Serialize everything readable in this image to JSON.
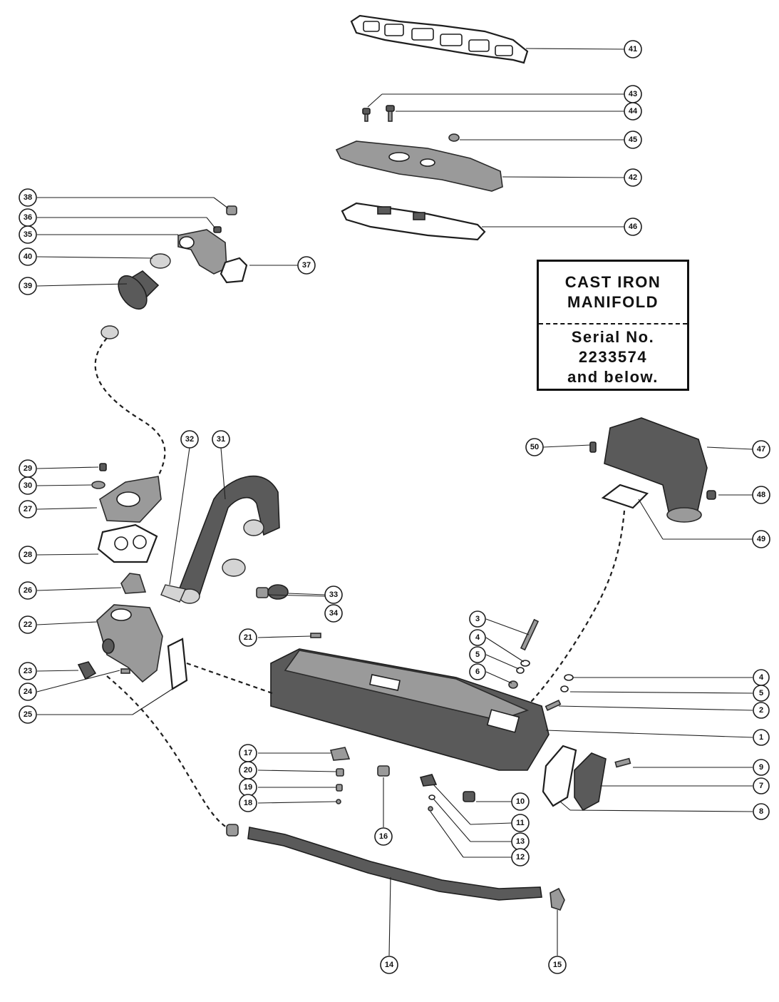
{
  "title_box": {
    "line1": "CAST IRON",
    "line2": "MANIFOLD",
    "line3": "Serial No.",
    "line4": "2233574",
    "line5": "and below."
  },
  "callouts": [
    {
      "num": "41"
    },
    {
      "num": "43"
    },
    {
      "num": "44"
    },
    {
      "num": "45"
    },
    {
      "num": "42"
    },
    {
      "num": "46"
    },
    {
      "num": "38"
    },
    {
      "num": "36"
    },
    {
      "num": "35"
    },
    {
      "num": "40"
    },
    {
      "num": "37"
    },
    {
      "num": "39"
    },
    {
      "num": "32"
    },
    {
      "num": "31"
    },
    {
      "num": "50"
    },
    {
      "num": "47"
    },
    {
      "num": "29"
    },
    {
      "num": "30"
    },
    {
      "num": "48"
    },
    {
      "num": "27"
    },
    {
      "num": "49"
    },
    {
      "num": "28"
    },
    {
      "num": "33"
    },
    {
      "num": "26"
    },
    {
      "num": "34"
    },
    {
      "num": "22"
    },
    {
      "num": "3"
    },
    {
      "num": "21"
    },
    {
      "num": "4"
    },
    {
      "num": "5"
    },
    {
      "num": "23"
    },
    {
      "num": "6"
    },
    {
      "num": "4"
    },
    {
      "num": "24"
    },
    {
      "num": "5"
    },
    {
      "num": "2"
    },
    {
      "num": "25"
    },
    {
      "num": "1"
    },
    {
      "num": "17"
    },
    {
      "num": "20"
    },
    {
      "num": "9"
    },
    {
      "num": "19"
    },
    {
      "num": "7"
    },
    {
      "num": "18"
    },
    {
      "num": "10"
    },
    {
      "num": "8"
    },
    {
      "num": "11"
    },
    {
      "num": "16"
    },
    {
      "num": "13"
    },
    {
      "num": "12"
    },
    {
      "num": "14"
    },
    {
      "num": "15"
    }
  ]
}
